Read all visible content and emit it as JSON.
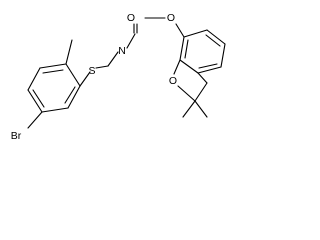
{
  "molecule": {
    "atom_labels": {
      "carbonyl_o": "O",
      "ester_o": "O",
      "nitrogen": "N",
      "sulfur": "S",
      "bromine": "Br",
      "ring_o": "O"
    }
  }
}
